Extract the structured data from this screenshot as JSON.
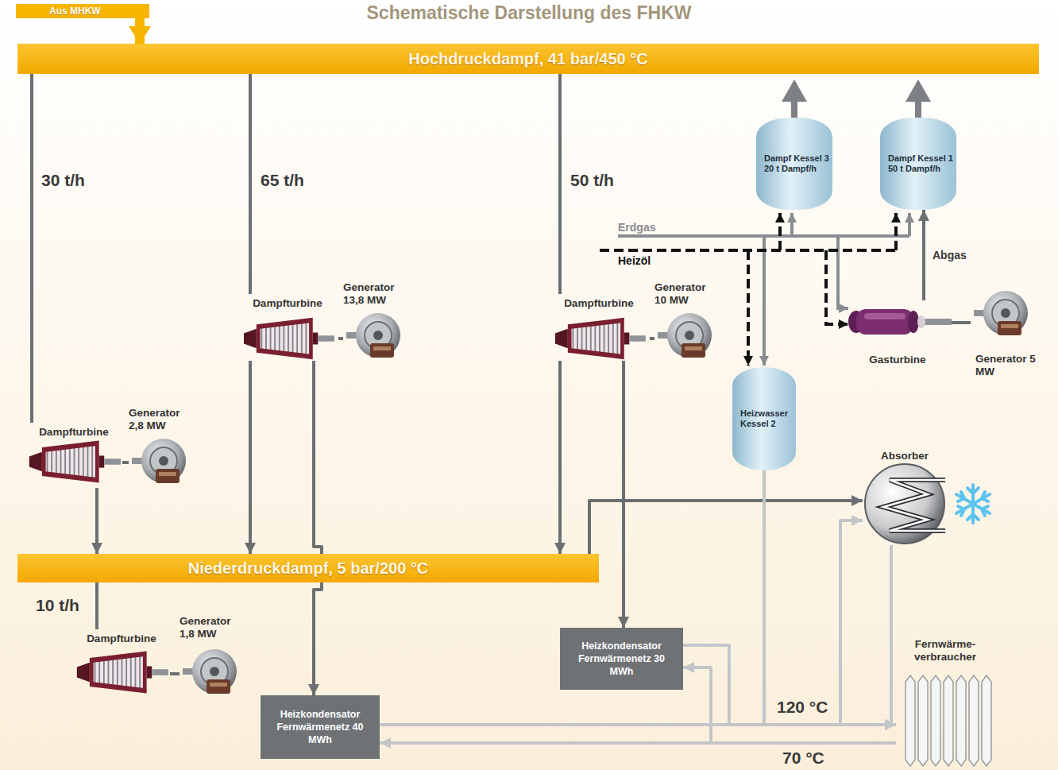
{
  "diagram": {
    "title": "Schematische Darstellung des FHKW",
    "nodes": [
      {
        "text": [
          "Aus MHKW"
        ]
      },
      {
        "text": [
          "Hochdruckdampf, 41 bar/450 °C"
        ]
      },
      {
        "text": [
          "Dampf Kessel 3 20 t Dampf/h"
        ]
      },
      {
        "text": [
          "Dampf Kessel 1 50 t Dampf/h"
        ]
      },
      {
        "text": [
          "Dampfturbine"
        ]
      },
      {
        "text": [
          "Generator 13,8 MW"
        ]
      },
      {
        "text": [
          "Dampfturbine"
        ]
      },
      {
        "text": [
          "Generator 10 MW"
        ]
      },
      {
        "text": [
          "Gasturbine"
        ]
      },
      {
        "text": [
          "Generator 5 MW"
        ]
      },
      {
        "text": [
          "Heizwasser Kessel 2"
        ]
      },
      {
        "text": [
          "Absorber"
        ]
      },
      {
        "text": [
          "Dampfturbine"
        ]
      },
      {
        "text": [
          "Generator 2,8 MW"
        ]
      },
      {
        "text": [
          "Niederdruckdampf, 5 bar/200 °C"
        ]
      },
      {
        "text": [
          "Dampfturbine"
        ]
      },
      {
        "text": [
          "Generator 1,8 MW"
        ]
      },
      {
        "text": [
          "Heizkondensator Fernwärmenetz 30 MWh"
        ]
      },
      {
        "text": [
          "Heizkondensator Fernwärmenetz 40 MWh"
        ]
      },
      {
        "text": [
          "Fernwärme- verbraucher"
        ]
      }
    ],
    "edges": [
      {
        "from": 0,
        "to": 1,
        "arrow": "to"
      },
      {
        "from": 1,
        "to": 12,
        "label": "30 t/h",
        "arrow": "none"
      },
      {
        "from": 1,
        "to": 4,
        "label": "65 t/h",
        "arrow": "none"
      },
      {
        "from": 1,
        "to": 6,
        "label": "50 t/h",
        "arrow": "none"
      },
      {
        "from": 12,
        "to": 13,
        "arrow": "none"
      },
      {
        "from": 12,
        "to": 14,
        "arrow": "to"
      },
      {
        "from": 4,
        "to": 5,
        "arrow": "none"
      },
      {
        "from": 4,
        "to": 14,
        "arrow": "to"
      },
      {
        "from": 4,
        "to": 18,
        "arrow": "to"
      },
      {
        "from": 6,
        "to": 7,
        "arrow": "none"
      },
      {
        "from": 6,
        "to": 14,
        "arrow": "to"
      },
      {
        "from": 6,
        "to": 17,
        "arrow": "to"
      },
      {
        "from": 8,
        "to": 9,
        "arrow": "none"
      },
      {
        "from": 8,
        "to": 3,
        "label": "Abgas",
        "arrow": "to"
      },
      {
        "from": 14,
        "to": 11,
        "arrow": "to"
      },
      {
        "from": 14,
        "to": 15,
        "label": "10 t/h",
        "arrow": "none"
      },
      {
        "from": 15,
        "to": 16,
        "arrow": "none"
      },
      {
        "from": 10,
        "to": 19,
        "arrow": "to"
      },
      {
        "from": 17,
        "to": 19,
        "arrow": "to"
      },
      {
        "from": 19,
        "to": 17,
        "arrow": "to"
      },
      {
        "from": 18,
        "to": 19,
        "label": "120 °C",
        "arrow": "to"
      },
      {
        "from": 19,
        "to": 18,
        "label": "70 °C",
        "arrow": "to"
      },
      {
        "from": 18,
        "to": 11,
        "arrow": "to"
      },
      {
        "from": 11,
        "to": 19,
        "arrow": "to"
      }
    ],
    "labels": [
      "Erdgas",
      "Heizöl"
    ]
  }
}
